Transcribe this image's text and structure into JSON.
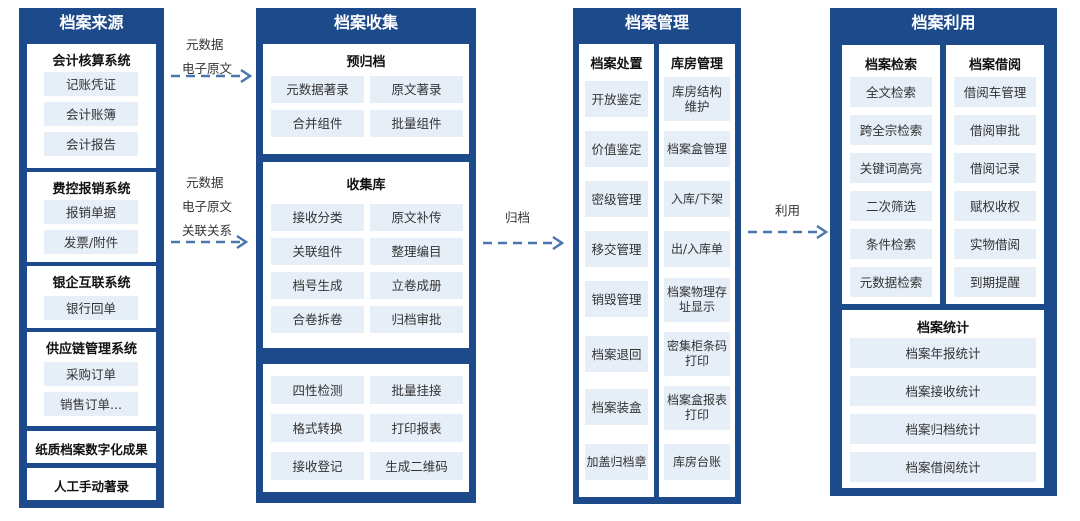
{
  "colors": {
    "navy": "#1d4a8a",
    "chip": "#e6eef8",
    "arrow": "#4a76ad"
  },
  "source": {
    "title": "档案来源",
    "systems": [
      {
        "name": "会计核算系统",
        "items": [
          "记账凭证",
          "会计账簿",
          "会计报告"
        ]
      },
      {
        "name": "费控报销系统",
        "items": [
          "报销单据",
          "发票/附件"
        ]
      },
      {
        "name": "银企互联系统",
        "items": [
          "银行回单"
        ]
      },
      {
        "name": "供应链管理系统",
        "items": [
          "采购订单",
          "销售订单..."
        ]
      }
    ],
    "paper": "纸质档案数字化成果",
    "manual": "人工手动著录"
  },
  "links": {
    "a1_l1": "元数据",
    "a1_l2": "电子原文",
    "a2_l1": "元数据",
    "a2_l2": "电子原文",
    "a2_l3": "关联关系",
    "a3": "归档",
    "a4": "利用"
  },
  "collect": {
    "title": "档案收集",
    "pre": {
      "title": "预归档",
      "items": [
        "元数据著录",
        "原文著录",
        "合并组件",
        "批量组件"
      ]
    },
    "lib": {
      "title": "收集库",
      "items": [
        "接收分类",
        "原文补传",
        "关联组件",
        "整理编目",
        "档号生成",
        "立卷成册",
        "合卷拆卷",
        "归档审批"
      ]
    },
    "tools": {
      "items": [
        "四性检测",
        "批量挂接",
        "格式转换",
        "打印报表",
        "接收登记",
        "生成二维码"
      ]
    }
  },
  "manage": {
    "title": "档案管理",
    "disposal": {
      "title": "档案处置",
      "items": [
        "开放鉴定",
        "价值鉴定",
        "密级管理",
        "移交管理",
        "销毁管理",
        "档案退回",
        "档案装盒",
        "加盖归档章"
      ]
    },
    "store": {
      "title": "库房管理",
      "items": [
        "库房结构维护",
        "档案盒管理",
        "入库/下架",
        "出/入库单",
        "档案物理存址显示",
        "密集柜条码打印",
        "档案盒报表打印",
        "库房台账"
      ]
    }
  },
  "use": {
    "title": "档案利用",
    "search": {
      "title": "档案检索",
      "items": [
        "全文检索",
        "跨全宗检索",
        "关键词高亮",
        "二次筛选",
        "条件检索",
        "元数据检索"
      ]
    },
    "borrow": {
      "title": "档案借阅",
      "items": [
        "借阅车管理",
        "借阅审批",
        "借阅记录",
        "赋权收权",
        "实物借阅",
        "到期提醒"
      ]
    },
    "stats": {
      "title": "档案统计",
      "items": [
        "档案年报统计",
        "档案接收统计",
        "档案归档统计",
        "档案借阅统计"
      ]
    }
  }
}
